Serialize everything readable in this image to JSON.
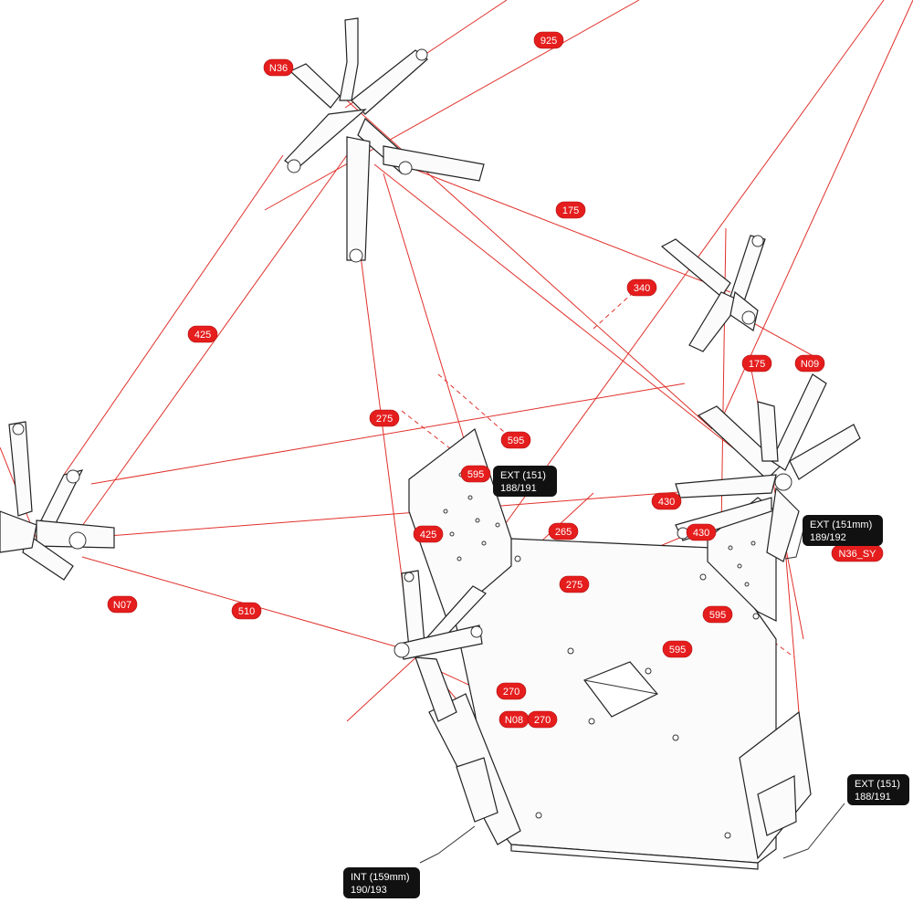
{
  "dimension_labels": [
    {
      "text": "925"
    },
    {
      "text": "N36"
    },
    {
      "text": "175"
    },
    {
      "text": "340"
    },
    {
      "text": "425"
    },
    {
      "text": "N09"
    },
    {
      "text": "175"
    },
    {
      "text": "275"
    },
    {
      "text": "595"
    },
    {
      "text": "595"
    },
    {
      "text": "430"
    },
    {
      "text": "430"
    },
    {
      "text": "265"
    },
    {
      "text": "425"
    },
    {
      "text": "N36_SY"
    },
    {
      "text": "275"
    },
    {
      "text": "N07"
    },
    {
      "text": "510"
    },
    {
      "text": "595"
    },
    {
      "text": "595"
    },
    {
      "text": "270"
    },
    {
      "text": "N08"
    },
    {
      "text": "270"
    }
  ],
  "callouts": [
    {
      "line1": "EXT (151)",
      "line2": "188/191"
    },
    {
      "line1": "EXT (151mm)",
      "line2": "189/192"
    },
    {
      "line1": "EXT (151)",
      "line2": "188/191"
    },
    {
      "line1": "INT (159mm)",
      "line2": "190/193"
    }
  ],
  "colors": {
    "dimension": "#e0312b",
    "label_fill": "#e51d1d",
    "callout_fill": "#111111",
    "part_stroke": "#222222"
  }
}
